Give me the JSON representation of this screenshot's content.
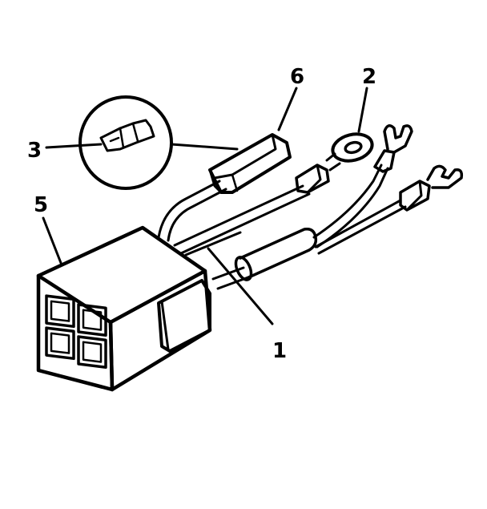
{
  "callouts": [
    {
      "id": "1",
      "label": "1"
    },
    {
      "id": "2",
      "label": "2"
    },
    {
      "id": "3",
      "label": "3"
    },
    {
      "id": "5",
      "label": "5"
    },
    {
      "id": "6",
      "label": "6"
    }
  ],
  "colors": {
    "ink": "#000000",
    "paper": "#ffffff"
  }
}
